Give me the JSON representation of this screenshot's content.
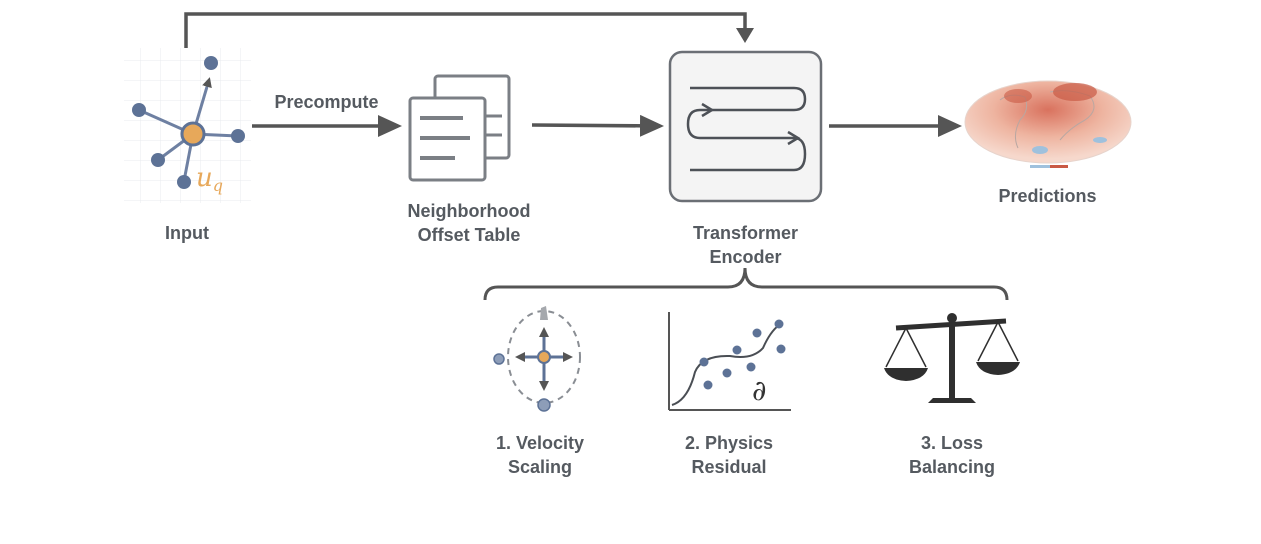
{
  "labels": {
    "input": "Input",
    "precompute": "Precompute",
    "table_line1": "Neighborhood",
    "table_line2": "Offset Table",
    "encoder_line1": "Transformer",
    "encoder_line2": "Encoder",
    "predictions": "Predictions",
    "velocity_line1": "1. Velocity",
    "velocity_line2": "Scaling",
    "physics_line1": "2. Physics",
    "physics_line2": "Residual",
    "loss_line1": "3. Loss",
    "loss_line2": "Balancing",
    "uq_symbol": "u",
    "uq_subscript": "q",
    "partial_symbol": "∂"
  },
  "icons": [
    "graph-input-icon",
    "document-stack-icon",
    "transformer-encoder-icon",
    "world-map-icon",
    "velocity-compass-icon",
    "physics-plot-icon",
    "balance-scale-icon"
  ],
  "colors": {
    "arrow": "#555555",
    "node": "#5d7296",
    "center_node": "#e7a85a",
    "text": "#555a60",
    "map_warm": "#c95a45",
    "map_cool": "#9fc1dd"
  }
}
